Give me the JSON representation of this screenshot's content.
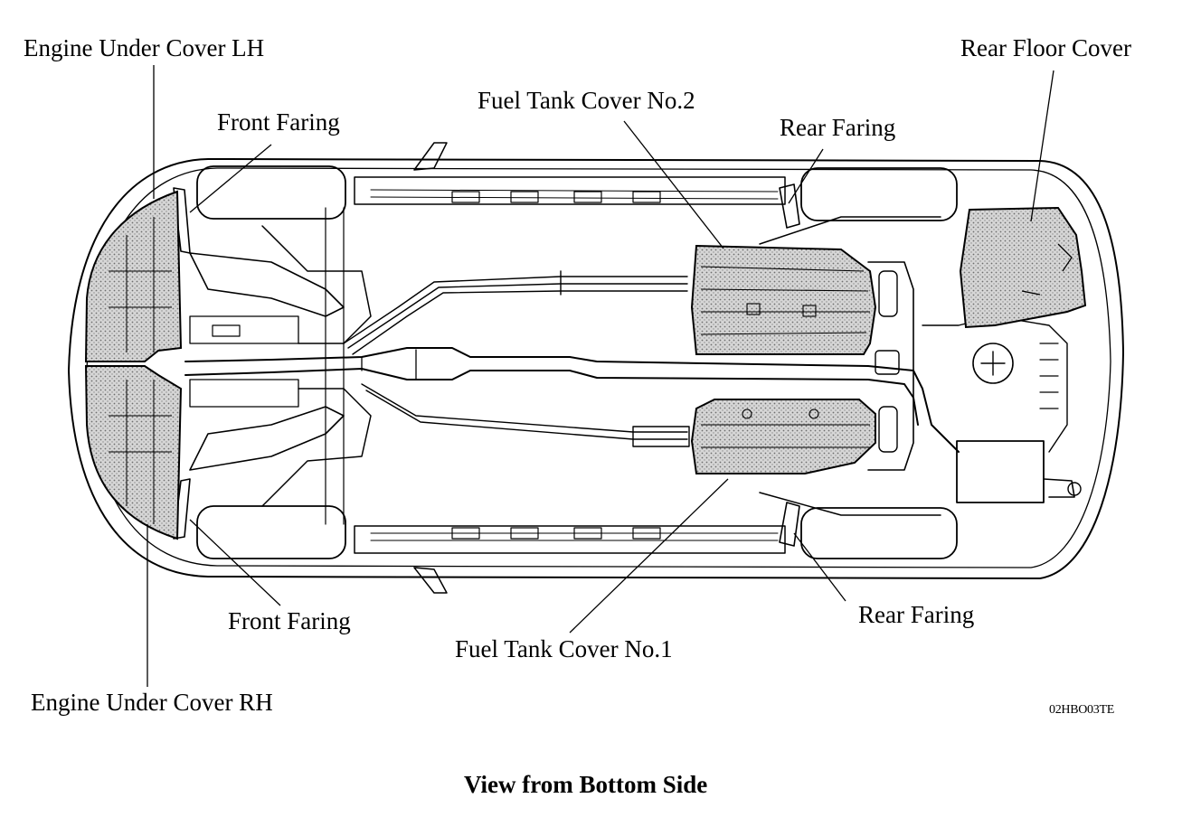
{
  "labels": {
    "engine_under_cover_lh": "Engine Under Cover LH",
    "front_faring_top": "Front Faring",
    "fuel_tank_cover_no2": "Fuel Tank Cover No.2",
    "rear_faring_top": "Rear Faring",
    "rear_floor_cover": "Rear Floor Cover",
    "front_faring_bottom": "Front Faring",
    "fuel_tank_cover_no1": "Fuel Tank Cover No.1",
    "rear_faring_bottom": "Rear Faring",
    "engine_under_cover_rh": "Engine Under Cover RH"
  },
  "figure_code": "02HBO03TE",
  "caption": "View from Bottom Side"
}
